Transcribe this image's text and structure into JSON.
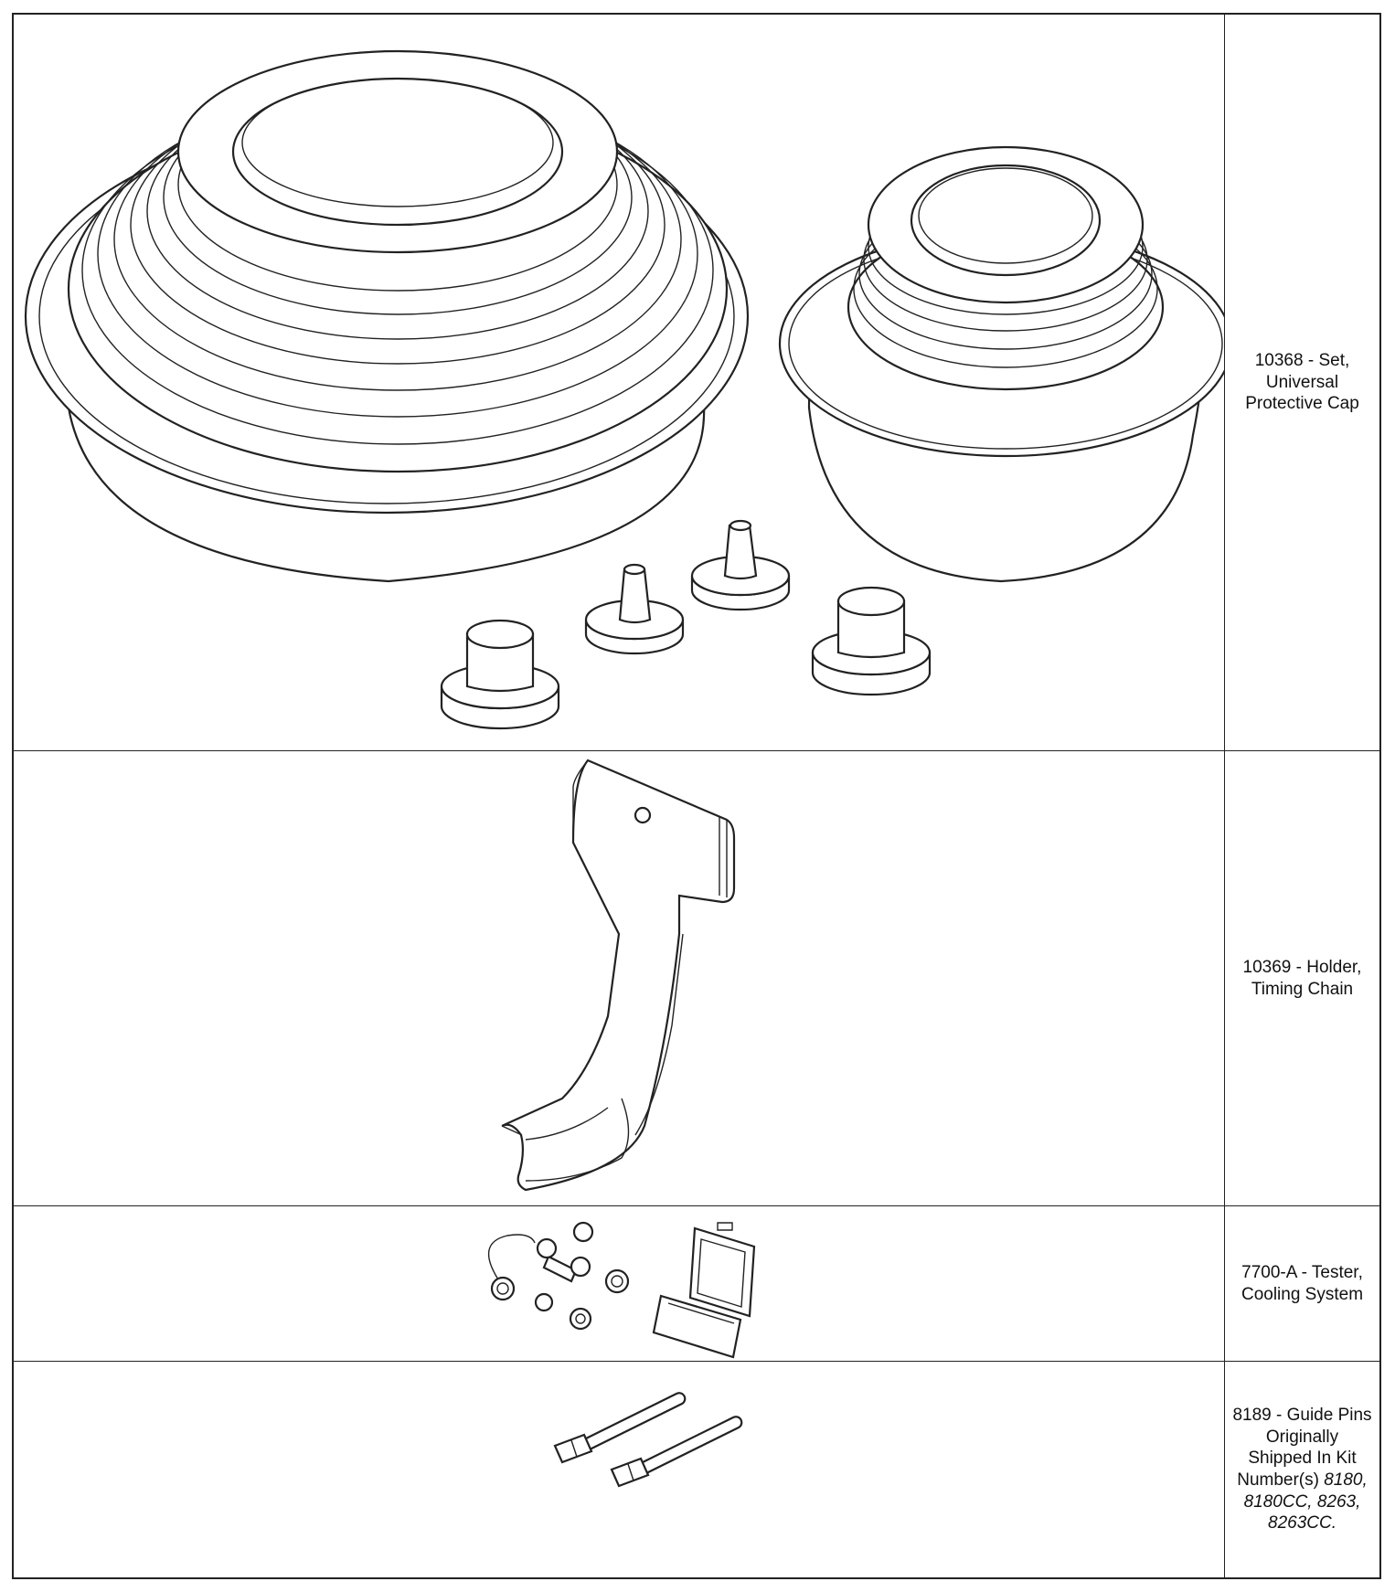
{
  "rows": [
    {
      "label_lines": [
        "10368 - Set,",
        "Universal",
        "Protective Cap"
      ],
      "illustration": "protective-cap-set"
    },
    {
      "label_lines": [
        "10369 - Holder,",
        "Timing Chain"
      ],
      "illustration": "timing-chain-holder"
    },
    {
      "label_lines": [
        "7700-A - Tester,",
        "Cooling System"
      ],
      "illustration": "cooling-system-tester-kit"
    },
    {
      "label_lines": [
        "8189 - Guide Pins",
        "Originally",
        "Shipped In Kit"
      ],
      "label_line4_prefix": "Number(s) ",
      "label_italic_1": "8180,",
      "label_italic_2": "8180CC, 8263,",
      "label_italic_3": "8263CC.",
      "illustration": "guide-pins"
    }
  ]
}
